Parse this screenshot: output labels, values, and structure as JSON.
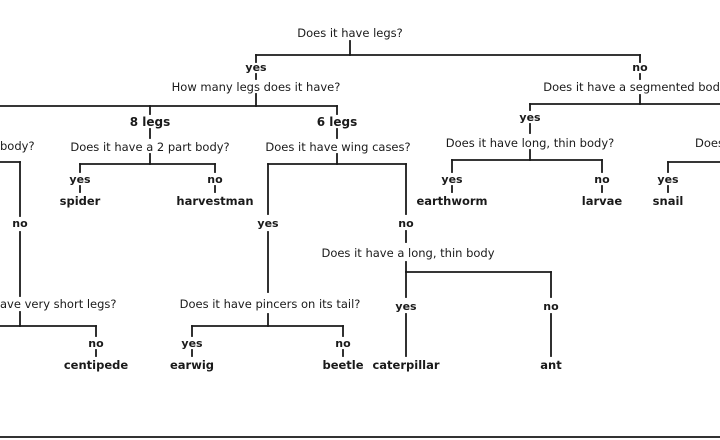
{
  "tree": {
    "root_question": "Does it have legs?",
    "root_yes": "yes",
    "root_no": "no",
    "q_how_many_legs": "How many legs does it have?",
    "branch_8_legs": "8 legs",
    "branch_6_legs": "6 legs",
    "q_left_body_partial": "body?",
    "left_no": "no",
    "q_very_short_legs_partial": "ave very short legs?",
    "short_legs_no": "no",
    "leaf_centipede": "centipede",
    "q_two_part_body": "Does it have a 2 part body?",
    "two_part_yes": "yes",
    "two_part_no": "no",
    "leaf_spider": "spider",
    "leaf_harvestman": "harvestman",
    "q_wing_cases": "Does it have wing cases?",
    "wing_yes": "yes",
    "wing_no": "no",
    "q_pincers": "Does it have pincers on its tail?",
    "pincers_yes": "yes",
    "pincers_no": "no",
    "leaf_earwig": "earwig",
    "leaf_beetle": "beetle",
    "q_long_thin_body": "Does it have a long, thin body",
    "long_thin_yes": "yes",
    "long_thin_no": "no",
    "leaf_caterpillar": "caterpillar",
    "leaf_ant": "ant",
    "q_segmented_body": "Does it have a segmented body?",
    "segmented_yes": "yes",
    "q_long_thin_body_2": "Does it have long, thin body?",
    "long_thin_2_yes": "yes",
    "long_thin_2_no": "no",
    "leaf_earthworm": "earthworm",
    "leaf_larvae": "larvae",
    "q_right_partial": "Does",
    "right_yes": "yes",
    "leaf_snail": "snail"
  }
}
